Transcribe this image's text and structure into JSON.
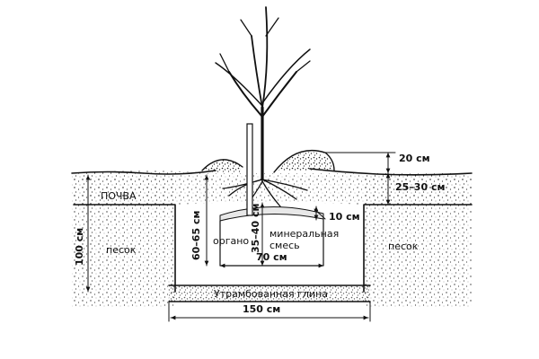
{
  "labels": {
    "soil": "ПОЧВА",
    "sand_left": "песок",
    "sand_right": "песок",
    "organic": "органо",
    "mineral": "минеральная",
    "mixture": "смесь",
    "clay": "Утрамбованная глина"
  },
  "dimensions": {
    "mound_height": "20 см",
    "topsoil_depth": "25–30 см",
    "root_gap": "10 см",
    "stake_depth": "60–65 см",
    "hole_depth": "100 см",
    "inner_depth": "35–40 см",
    "inner_width": "70 см",
    "hole_width": "150 см"
  }
}
